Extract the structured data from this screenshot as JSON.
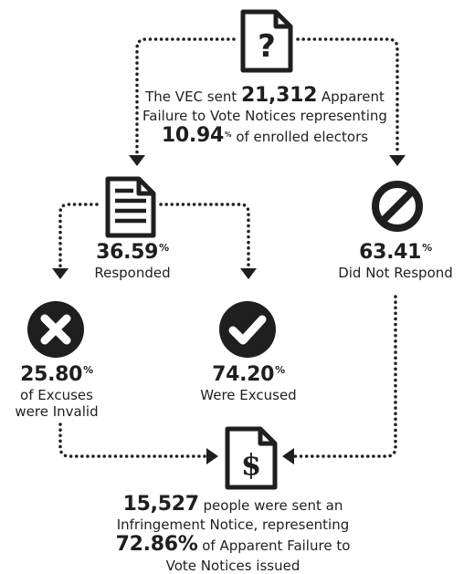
{
  "intro": {
    "line1_pre": "The VEC sent",
    "line1_number": "21,312",
    "line1_post": "Apparent",
    "line2": "Failure to Vote Notices representing",
    "line3_number": "10.94",
    "line3_unit": "%",
    "line3_post": "of enrolled electors"
  },
  "responded": {
    "value": "36.59",
    "unit": "%",
    "label": "Responded"
  },
  "not_responded": {
    "value": "63.41",
    "unit": "%",
    "label": "Did Not Respond"
  },
  "invalid": {
    "value": "25.80",
    "unit": "%",
    "label_line1": "of Excuses",
    "label_line2": "were Invalid"
  },
  "excused": {
    "value": "74.20",
    "unit": "%",
    "label": "Were Excused"
  },
  "infringement": {
    "icon_symbol": "$",
    "line1_number": "15,527",
    "line1_post": "people were sent an",
    "line2": "Infringement Notice, representing",
    "line3_number": "72.86%",
    "line3_post": "of Apparent Failure to",
    "line4": "Vote Notices issued"
  },
  "icons": {
    "top": "question-document-icon",
    "responded": "document-lines-icon",
    "not_responded": "prohibited-icon",
    "invalid": "cross-circle-icon",
    "excused": "check-circle-icon",
    "bottom": "dollar-document-icon"
  },
  "colors": {
    "ink": "#1f1f1f",
    "background": "#ffffff"
  }
}
